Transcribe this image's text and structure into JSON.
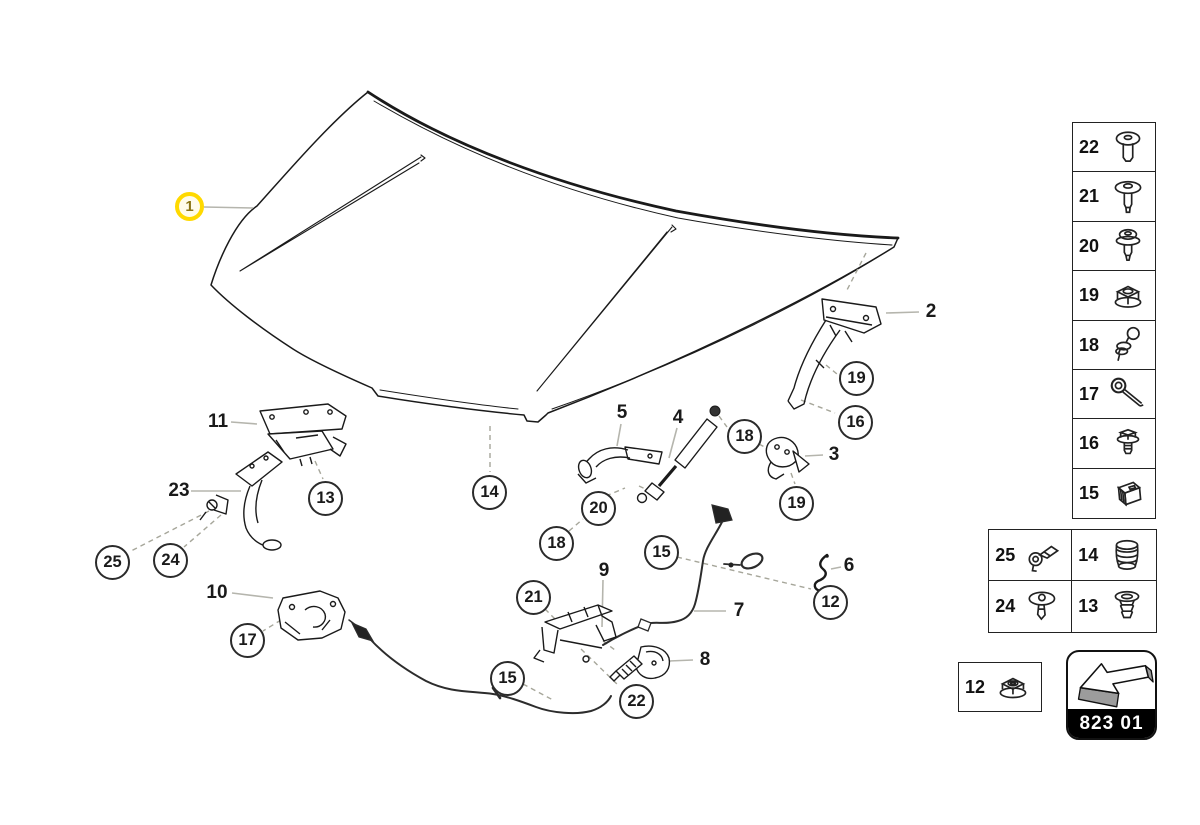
{
  "page": {
    "background": "#ffffff",
    "type_label": "exploded-parts-diagram"
  },
  "colors": {
    "highlight": "#ffd900",
    "line": "#1a1a1a",
    "leader_solid": "#b5b5ad",
    "leader_dashed": "#a6a69a",
    "nav_band": "#000000"
  },
  "diagram": {
    "callouts": [
      {
        "label": "1",
        "highlighted": true
      },
      {
        "label": "13"
      },
      {
        "label": "25"
      },
      {
        "label": "24"
      },
      {
        "label": "17"
      },
      {
        "label": "14"
      },
      {
        "label": "20"
      },
      {
        "label": "18"
      },
      {
        "label": "18"
      },
      {
        "label": "19"
      },
      {
        "label": "16"
      },
      {
        "label": "19"
      },
      {
        "label": "15"
      },
      {
        "label": "12"
      },
      {
        "label": "21"
      },
      {
        "label": "15"
      },
      {
        "label": "22"
      }
    ],
    "part_labels": [
      {
        "label": "2"
      },
      {
        "label": "3"
      },
      {
        "label": "4"
      },
      {
        "label": "5"
      },
      {
        "label": "6"
      },
      {
        "label": "7"
      },
      {
        "label": "8"
      },
      {
        "label": "9"
      },
      {
        "label": "10"
      },
      {
        "label": "11"
      },
      {
        "label": "23"
      }
    ],
    "parts": [
      {
        "name": "hood-panel"
      },
      {
        "name": "hood-hinge-right"
      },
      {
        "name": "hood-catch"
      },
      {
        "name": "gas-strut"
      },
      {
        "name": "prop-bracket"
      },
      {
        "name": "cable-clip"
      },
      {
        "name": "release-cable-front"
      },
      {
        "name": "lock-cylinder"
      },
      {
        "name": "release-lever-bracket"
      },
      {
        "name": "hood-latch"
      },
      {
        "name": "hood-hinge-left"
      },
      {
        "name": "mounting-bracket"
      }
    ]
  },
  "sidebar": {
    "cells": [
      {
        "label": "22",
        "icon": "pan-head-screw-icon"
      },
      {
        "label": "21",
        "icon": "washer-head-screw-icon"
      },
      {
        "label": "20",
        "icon": "screw-with-washer-icon"
      },
      {
        "label": "19",
        "icon": "flange-nut-icon"
      },
      {
        "label": "18",
        "icon": "ball-stud-icon"
      },
      {
        "label": "17",
        "icon": "eye-bolt-icon"
      },
      {
        "label": "16",
        "icon": "hex-flange-screw-icon"
      },
      {
        "label": "15",
        "icon": "clip-block-icon"
      }
    ],
    "lower_cells": [
      {
        "label": "25",
        "icon": "clamp-clip-icon"
      },
      {
        "label": "14",
        "icon": "rubber-buffer-icon"
      },
      {
        "label": "24",
        "icon": "push-rivet-icon"
      },
      {
        "label": "13",
        "icon": "grommet-icon"
      }
    ],
    "standalone_cell": {
      "label": "12",
      "icon": "flange-nut-icon"
    },
    "nav": {
      "code": "823 01",
      "icon": "back-arrow-icon"
    }
  }
}
